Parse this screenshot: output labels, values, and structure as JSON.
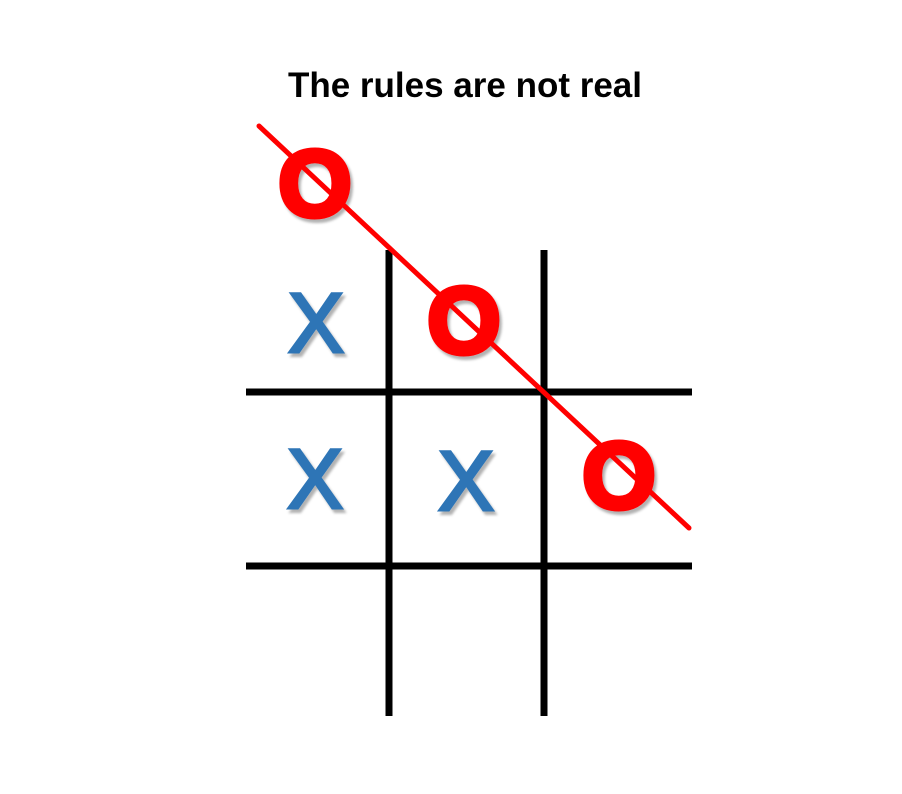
{
  "title": "The rules are not real",
  "colors": {
    "x": "#2E75B6",
    "o": "#FF0000",
    "grid": "#000000",
    "title": "#000000",
    "background": "#FFFFFF"
  },
  "board": {
    "marks": [
      {
        "glyph": "O",
        "player": "O",
        "cell": "outside-top-left"
      },
      {
        "glyph": "X",
        "player": "X",
        "cell": "top-left"
      },
      {
        "glyph": "O",
        "player": "O",
        "cell": "top-center"
      },
      {
        "glyph": "X",
        "player": "X",
        "cell": "middle-left"
      },
      {
        "glyph": "X",
        "player": "X",
        "cell": "middle-center"
      },
      {
        "glyph": "O",
        "player": "O",
        "cell": "middle-right"
      }
    ],
    "strike_line": {
      "player": "O",
      "through": [
        "outside-top-left",
        "top-center",
        "middle-right"
      ]
    }
  }
}
